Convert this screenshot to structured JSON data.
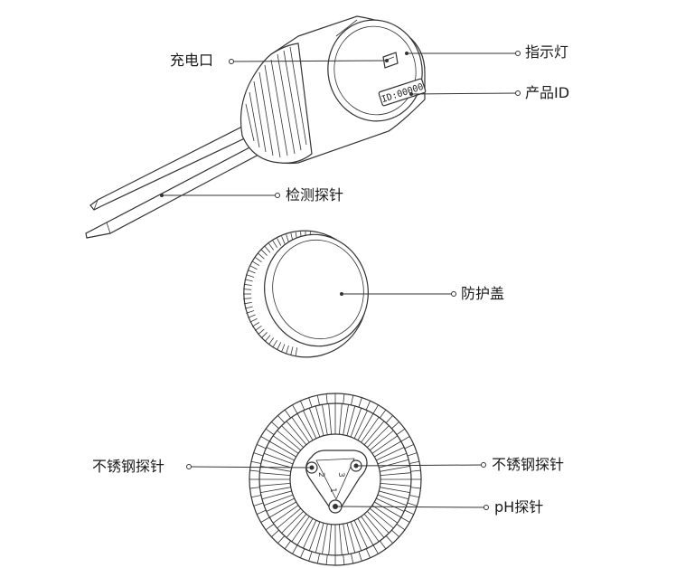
{
  "labels": {
    "charging_port": "充电口",
    "indicator_light": "指示灯",
    "product_id": "产品ID",
    "probe_needles": "检测探针",
    "protective_cap": "防护盖",
    "steel_probe_left": "不锈钢探针",
    "steel_probe_right": "不锈钢探针",
    "ph_probe": "pH探针"
  },
  "device": {
    "id_plate": "ID:00000",
    "marker_1": "1",
    "marker_2": "2",
    "marker_3": "3"
  }
}
